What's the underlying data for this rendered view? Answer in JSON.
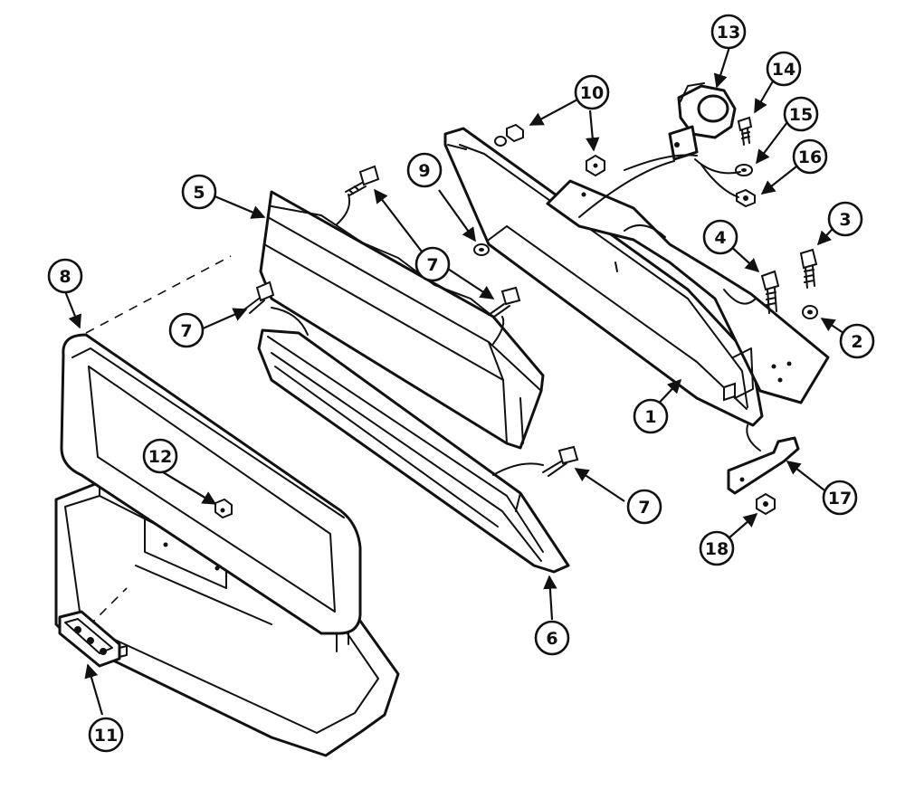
{
  "callouts": [
    {
      "id": "c1",
      "label": "1"
    },
    {
      "id": "c2",
      "label": "2"
    },
    {
      "id": "c3",
      "label": "3"
    },
    {
      "id": "c4",
      "label": "4"
    },
    {
      "id": "c5",
      "label": "5"
    },
    {
      "id": "c6",
      "label": "6"
    },
    {
      "id": "c7a",
      "label": "7"
    },
    {
      "id": "c7b",
      "label": "7"
    },
    {
      "id": "c7c",
      "label": "7"
    },
    {
      "id": "c7d",
      "label": "7"
    },
    {
      "id": "c8",
      "label": "8"
    },
    {
      "id": "c9",
      "label": "9"
    },
    {
      "id": "c10",
      "label": "10"
    },
    {
      "id": "c11",
      "label": "11"
    },
    {
      "id": "c12",
      "label": "12"
    },
    {
      "id": "c13",
      "label": "13"
    },
    {
      "id": "c14",
      "label": "14"
    },
    {
      "id": "c15",
      "label": "15"
    },
    {
      "id": "c16",
      "label": "16"
    },
    {
      "id": "c17",
      "label": "17"
    },
    {
      "id": "c18",
      "label": "18"
    }
  ]
}
